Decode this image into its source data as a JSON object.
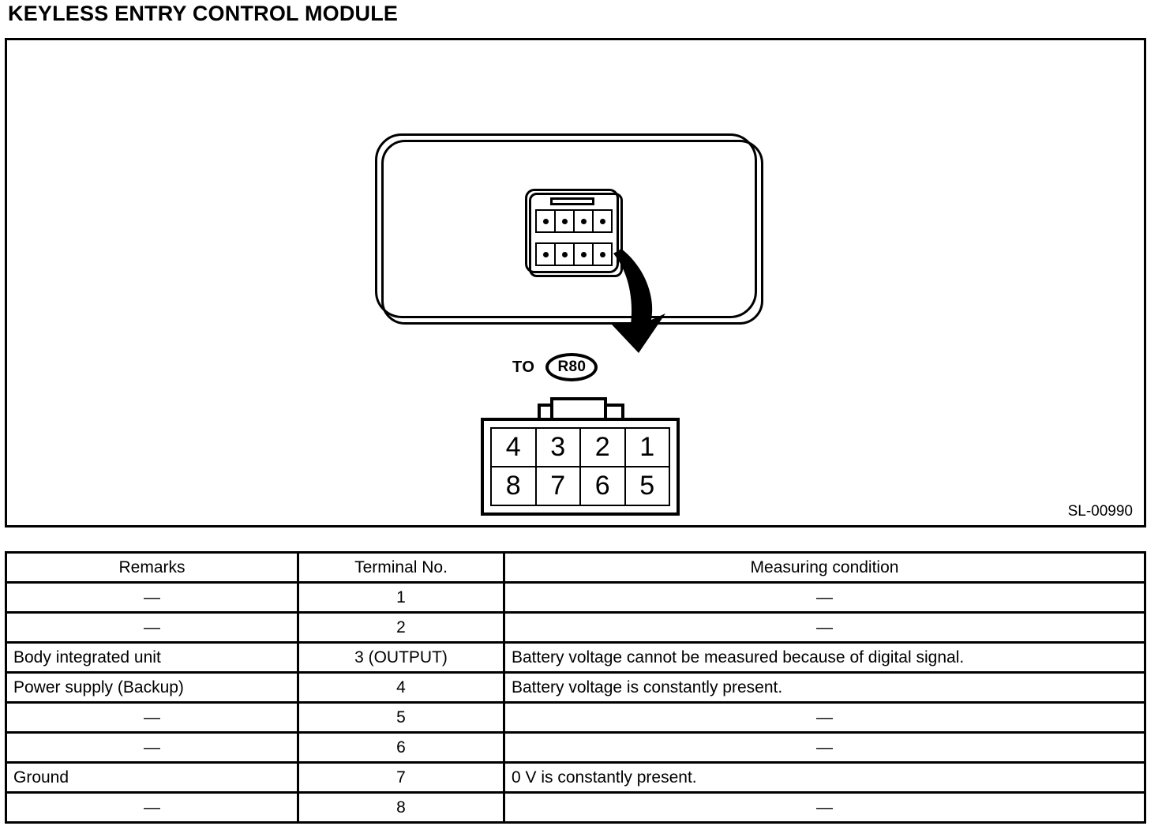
{
  "page": {
    "title": "KEYLESS ENTRY CONTROL MODULE"
  },
  "figure": {
    "code": "SL-00990",
    "to_label": "TO",
    "reference_oval": "R80",
    "module_connector": {
      "icon": "8-pin-connector-face-icon",
      "rows": [
        [
          "pin-dot",
          "pin-dot",
          "pin-dot",
          "pin-dot"
        ],
        [
          "pin-dot",
          "pin-dot",
          "pin-dot",
          "pin-dot"
        ]
      ]
    },
    "pinout": {
      "top_row": [
        "4",
        "3",
        "2",
        "1"
      ],
      "bottom_row": [
        "8",
        "7",
        "6",
        "5"
      ]
    },
    "arrow": "curved-arrow-icon"
  },
  "table": {
    "headers": {
      "remarks": "Remarks",
      "terminal": "Terminal No.",
      "condition": "Measuring condition"
    },
    "dash": "—",
    "rows": [
      {
        "remarks": "—",
        "terminal": "1",
        "condition": "—"
      },
      {
        "remarks": "—",
        "terminal": "2",
        "condition": "—"
      },
      {
        "remarks": "Body integrated unit",
        "terminal": "3 (OUTPUT)",
        "condition": "Battery voltage cannot be measured because of digital signal."
      },
      {
        "remarks": "Power supply (Backup)",
        "terminal": "4",
        "condition": "Battery voltage is constantly present."
      },
      {
        "remarks": "—",
        "terminal": "5",
        "condition": "—"
      },
      {
        "remarks": "—",
        "terminal": "6",
        "condition": "—"
      },
      {
        "remarks": "Ground",
        "terminal": "7",
        "condition": "0 V is constantly present."
      },
      {
        "remarks": "—",
        "terminal": "8",
        "condition": "—"
      }
    ]
  },
  "colors": {
    "ink": "#000000",
    "paper": "#ffffff"
  }
}
